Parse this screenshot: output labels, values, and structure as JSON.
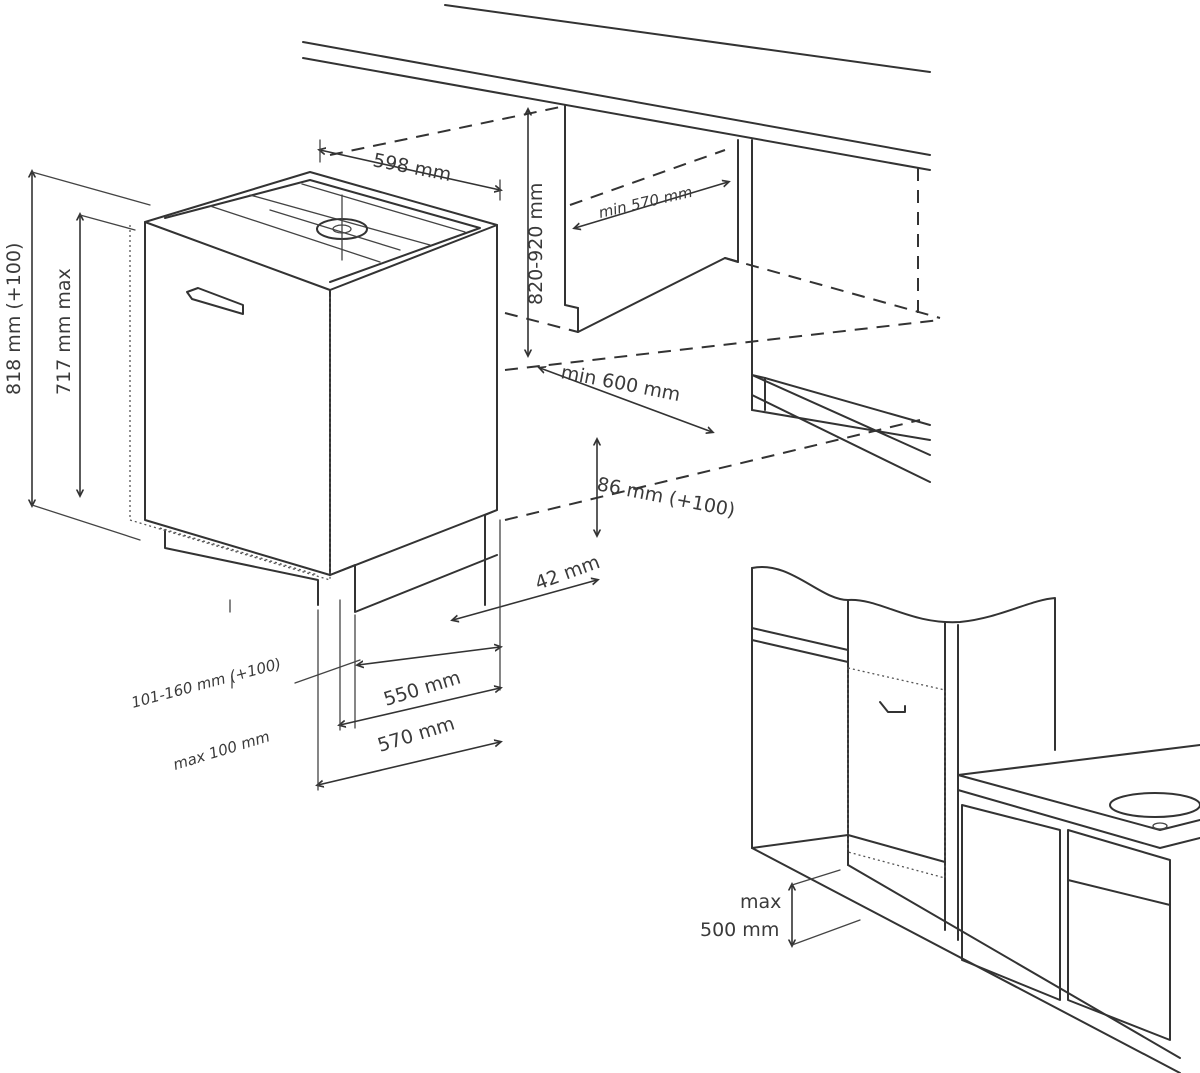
{
  "labels": {
    "width_top": "598 mm",
    "niche_height": "820-920 mm",
    "min_depth_inner": "min 570 mm",
    "min_depth_outer": "min 600 mm",
    "height_overall": "818 mm (+100)",
    "height_door": "717 mm max",
    "plinth_height": "86 mm (+100)",
    "plinth_offset": "42 mm",
    "foot_range": "101-160 mm (+100)",
    "max_foot": "max 100 mm",
    "depth_550": "550 mm",
    "depth_570": "570 mm",
    "max_label": "max",
    "max_value": "500 mm"
  }
}
